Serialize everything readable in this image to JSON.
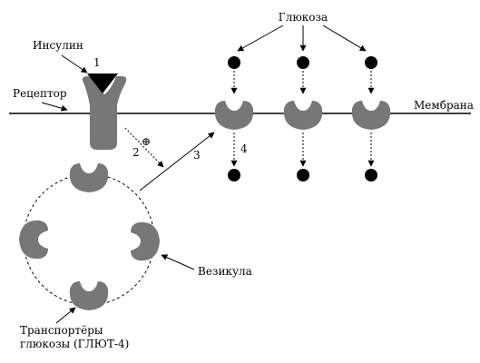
{
  "labels": {
    "glucose": "Глюкоза",
    "insulin": "Инсулин",
    "receptor": "Рецептор",
    "membrane": "Мембрана",
    "vesicle": "Везикула",
    "transporters_line1": "Транспортёры",
    "transporters_line2": "глюкозы (ГЛЮТ-4)"
  },
  "steps": {
    "s1": "1",
    "s2": "2",
    "s3": "3",
    "s4": "4",
    "plus": "⊕"
  },
  "colors": {
    "shape_fill": "#777777",
    "line": "#000000",
    "background": "#ffffff"
  }
}
